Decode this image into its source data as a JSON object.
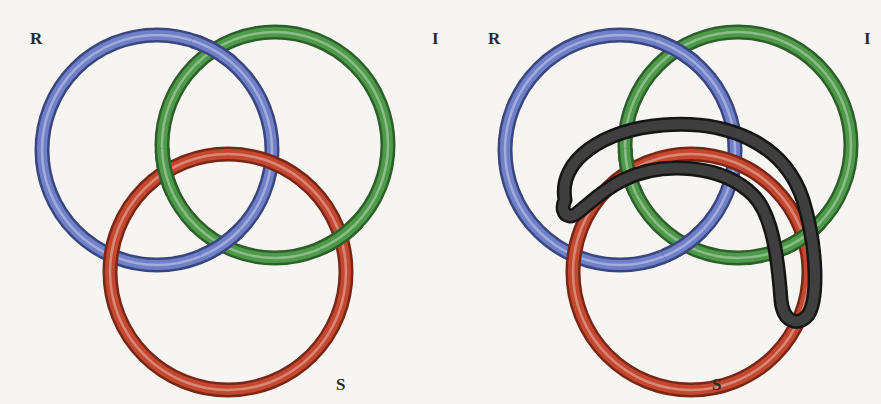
{
  "diagram": {
    "labels": [
      "R",
      "I",
      "S",
      "R",
      "I",
      "S"
    ]
  }
}
